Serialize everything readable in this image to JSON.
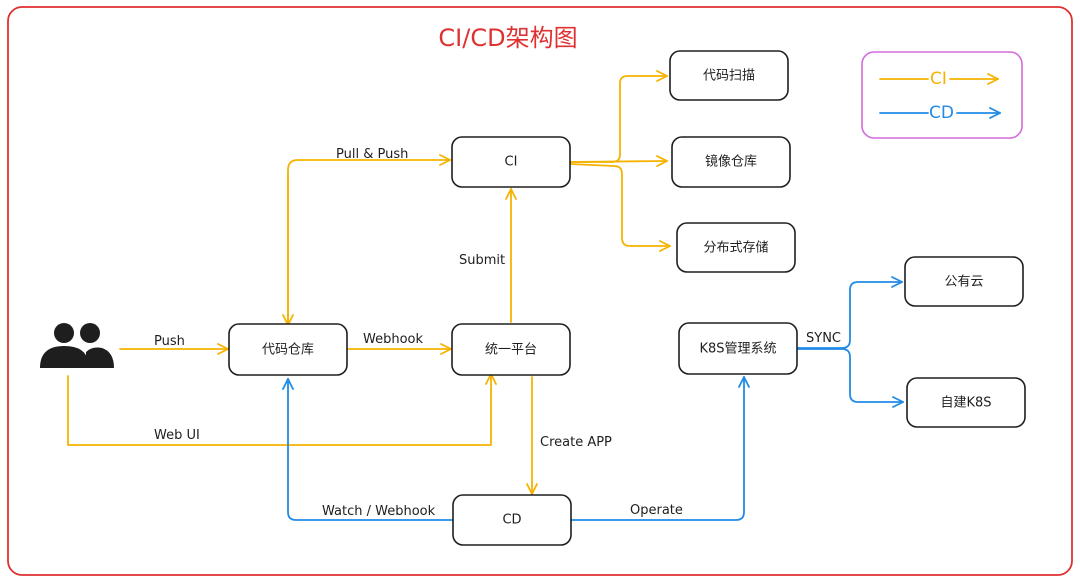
{
  "title": "CI/CD架构图",
  "colors": {
    "ci": "#f5b301",
    "cd": "#228be6",
    "frame": "#e03131",
    "legend_frame": "#d36bdc"
  },
  "legend": {
    "ci_label": "CI",
    "cd_label": "CD"
  },
  "nodes": {
    "user": "users-icon",
    "code_repo": "代码仓库",
    "unified_platform": "统一平台",
    "ci": "CI",
    "cd": "CD",
    "code_scan": "代码扫描",
    "image_repo": "镜像仓库",
    "distributed_storage": "分布式存储",
    "k8s_mgmt": "K8S管理系统",
    "public_cloud": "公有云",
    "self_built_k8s": "自建K8S"
  },
  "edges": {
    "push": "Push",
    "webhook": "Webhook",
    "pull_push": "Pull & Push",
    "submit": "Submit",
    "web_ui": "Web UI",
    "create_app": "Create APP",
    "watch_webhook": "Watch / Webhook",
    "operate": "Operate",
    "sync": "SYNC"
  }
}
